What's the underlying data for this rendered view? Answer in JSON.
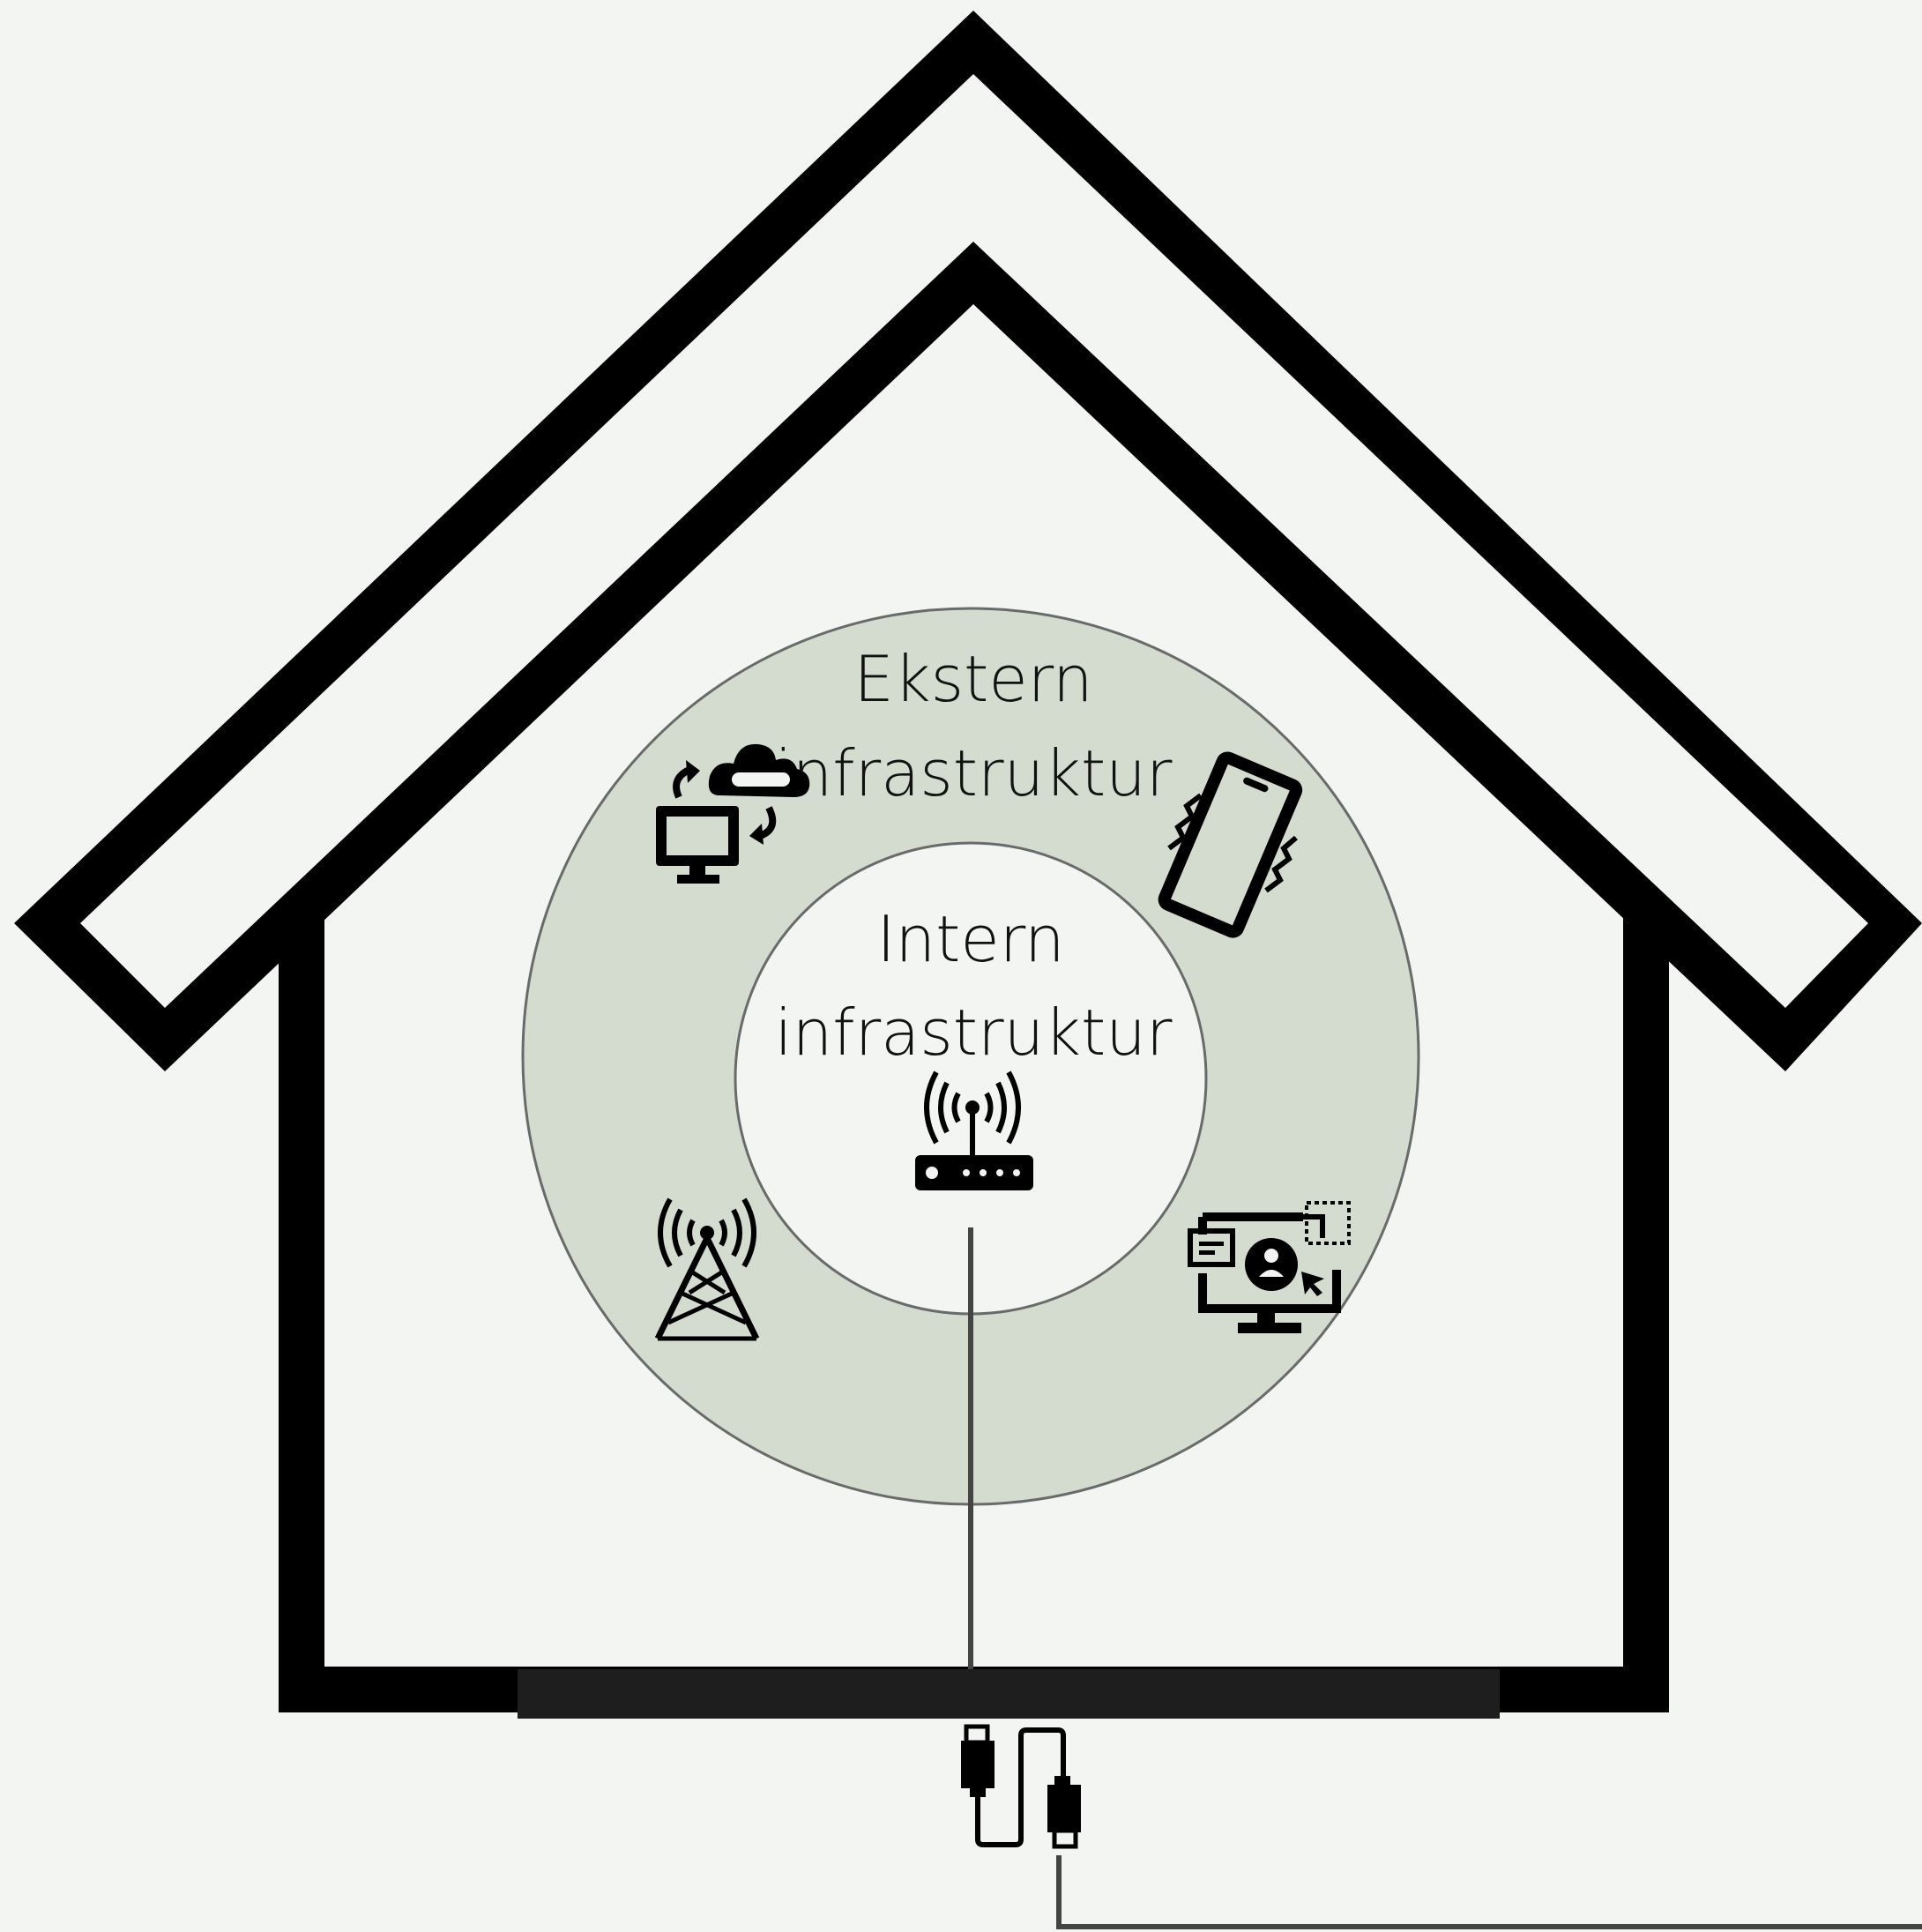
{
  "diagram": {
    "external_label_line1": "Ekstern",
    "external_label_line2": "infrastruktur",
    "internal_label_line1": "Intern",
    "internal_label_line2": "infrastruktur"
  },
  "colors": {
    "background": "#f3f5f2",
    "outline": "#000000",
    "outer_ring_fill": "#d4dcd0",
    "inner_circle_fill": "#f3f5f2",
    "floor_bar": "#1e1e1e",
    "connector_line": "#444444"
  },
  "icons": [
    "cloud-computer-sync-icon",
    "vibrating-phone-icon",
    "wifi-router-icon",
    "cell-tower-icon",
    "remote-desktop-monitor-icon",
    "usb-cable-icon"
  ]
}
